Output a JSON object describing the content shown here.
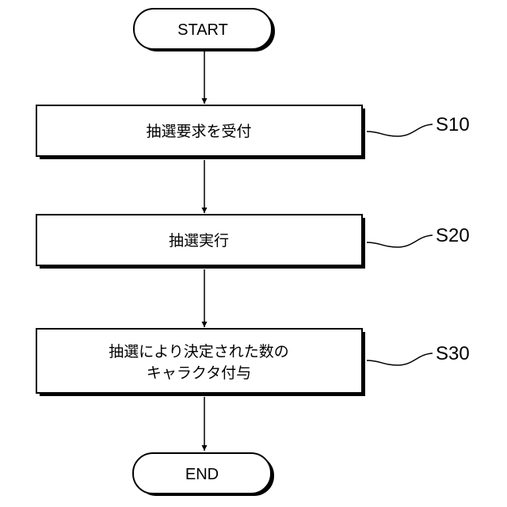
{
  "start": {
    "label": "START"
  },
  "end": {
    "label": "END"
  },
  "steps": [
    {
      "ref": "S10",
      "lines": [
        "抽選要求を受付"
      ]
    },
    {
      "ref": "S20",
      "lines": [
        "抽選実行"
      ]
    },
    {
      "ref": "S30",
      "lines": [
        "抽選により決定された数の",
        "キャラクタ付与"
      ]
    }
  ]
}
